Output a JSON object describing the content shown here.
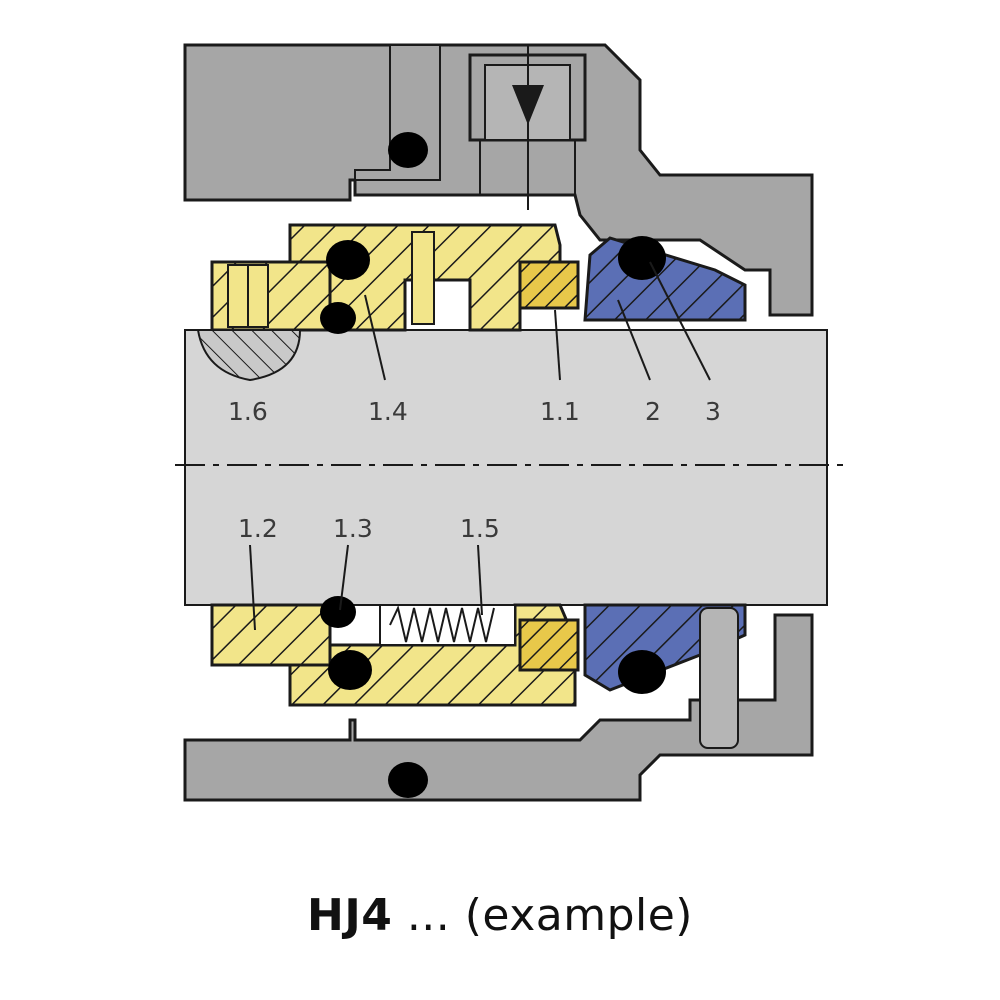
{
  "caption": {
    "model": "HJ4",
    "suffix": " ... (example)"
  },
  "part_labels": {
    "p1_6": "1.6",
    "p1_4": "1.4",
    "p1_1": "1.1",
    "p2": "2",
    "p3": "3",
    "p1_2": "1.2",
    "p1_3": "1.3",
    "p1_5": "1.5"
  },
  "colors": {
    "housing": "#a6a6a6",
    "shaft": "#d6d6d6",
    "rotating_parts": "#f2e58a",
    "seal_face": "#e8c84a",
    "stationary_seat": "#5b6fb5",
    "o_ring": "#000000",
    "outline": "#1a1a1a"
  }
}
